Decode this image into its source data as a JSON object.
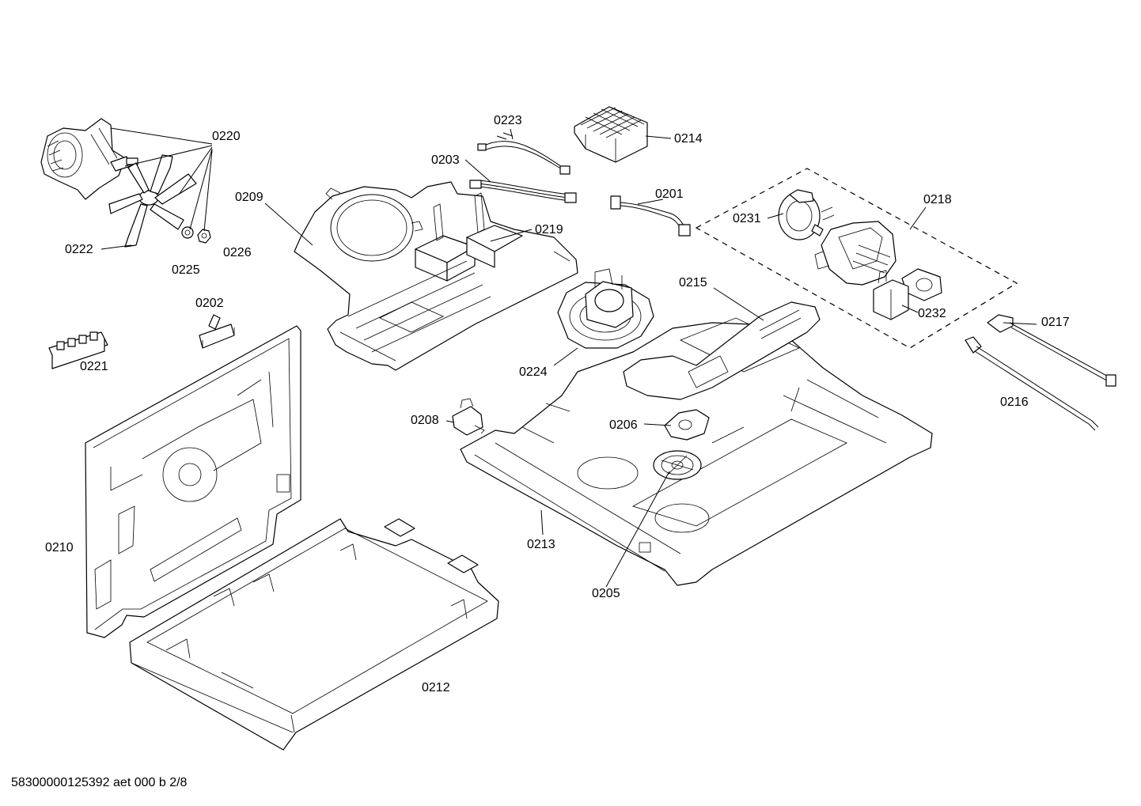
{
  "diagram": {
    "callouts": [
      {
        "id": "0220",
        "label": "0220"
      },
      {
        "id": "0222",
        "label": "0222"
      },
      {
        "id": "0225",
        "label": "0225"
      },
      {
        "id": "0226",
        "label": "0226"
      },
      {
        "id": "0209",
        "label": "0209"
      },
      {
        "id": "0223",
        "label": "0223"
      },
      {
        "id": "0203",
        "label": "0203"
      },
      {
        "id": "0214",
        "label": "0214"
      },
      {
        "id": "0201",
        "label": "0201"
      },
      {
        "id": "0219",
        "label": "0219"
      },
      {
        "id": "0218",
        "label": "0218"
      },
      {
        "id": "0231",
        "label": "0231"
      },
      {
        "id": "0232",
        "label": "0232"
      },
      {
        "id": "0215",
        "label": "0215"
      },
      {
        "id": "0224",
        "label": "0224"
      },
      {
        "id": "0202",
        "label": "0202"
      },
      {
        "id": "0221",
        "label": "0221"
      },
      {
        "id": "0217",
        "label": "0217"
      },
      {
        "id": "0216",
        "label": "0216"
      },
      {
        "id": "0208",
        "label": "0208"
      },
      {
        "id": "0206",
        "label": "0206"
      },
      {
        "id": "0210",
        "label": "0210"
      },
      {
        "id": "0213",
        "label": "0213"
      },
      {
        "id": "0205",
        "label": "0205"
      },
      {
        "id": "0212",
        "label": "0212"
      }
    ]
  },
  "footer": {
    "document_id": "58300000125392 aet 000 b 2/8"
  }
}
